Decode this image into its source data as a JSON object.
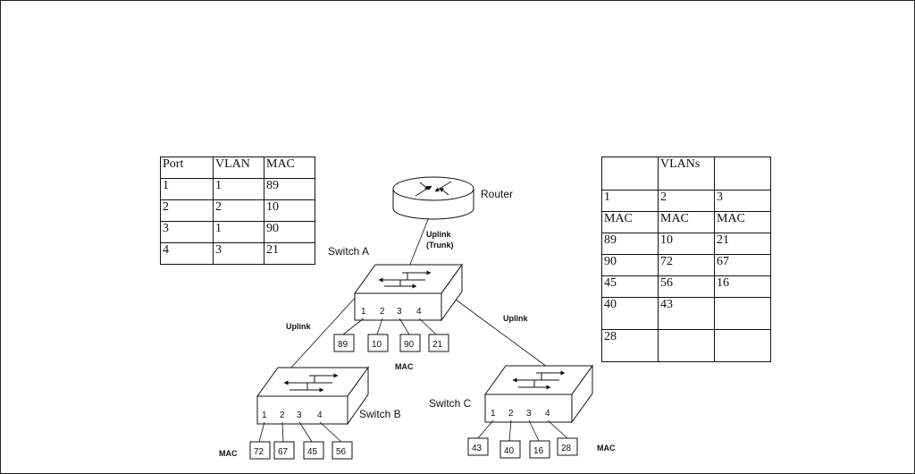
{
  "port_table": {
    "headers": [
      "Port",
      "VLAN",
      "MAC"
    ],
    "rows": [
      [
        "1",
        "1",
        "89"
      ],
      [
        "2",
        "2",
        "10"
      ],
      [
        "3",
        "1",
        "90"
      ],
      [
        "4",
        "3",
        "21"
      ]
    ]
  },
  "vlan_table": {
    "rows": [
      [
        "",
        "VLANs",
        ""
      ],
      [
        "1",
        "2",
        "3"
      ],
      [
        "MAC",
        "MAC",
        "MAC"
      ],
      [
        "89",
        "10",
        "21"
      ],
      [
        "90",
        "72",
        "67"
      ],
      [
        "45",
        "56",
        "16"
      ],
      [
        "40",
        "43",
        ""
      ],
      [
        "28",
        "",
        ""
      ]
    ]
  },
  "router": {
    "label": "Router"
  },
  "uplink_trunk": {
    "line1": "Uplink",
    "line2": "(Trunk)"
  },
  "switch_a": {
    "label": "Switch A",
    "ports": [
      "1",
      "2",
      "3",
      "4"
    ],
    "macs": [
      "89",
      "10",
      "90",
      "21"
    ],
    "mac_label": "MAC"
  },
  "switch_b": {
    "label": "Switch B",
    "ports": [
      "1",
      "2",
      "3",
      "4"
    ],
    "macs": [
      "72",
      "67",
      "45",
      "56"
    ],
    "mac_label": "MAC"
  },
  "switch_c": {
    "label": "Switch C",
    "ports": [
      "1",
      "2",
      "3",
      "4"
    ],
    "macs": [
      "43",
      "40",
      "16",
      "28"
    ],
    "mac_label": "MAC"
  },
  "uplink_left": "Uplink",
  "uplink_right": "Uplink"
}
